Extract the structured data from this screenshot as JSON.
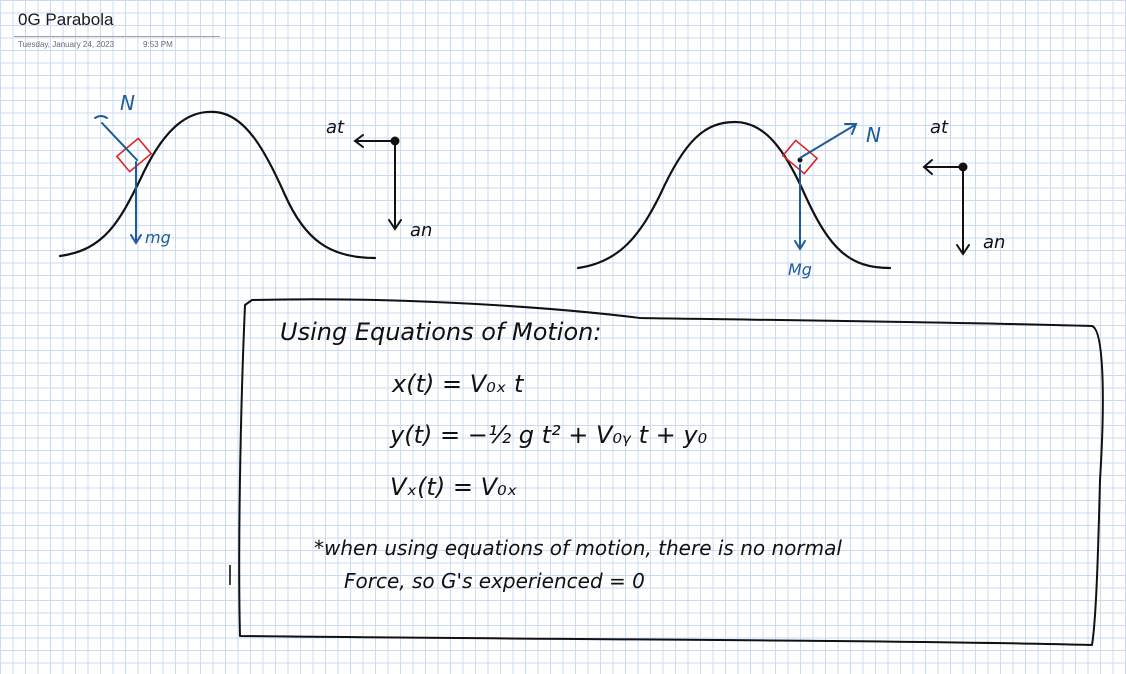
{
  "page": {
    "title": "0G Parabola",
    "date": "Tuesday, January 24, 2023",
    "time": "9:53 PM"
  },
  "colors": {
    "ink_black": "#111111",
    "ink_blue": "#1d5c99",
    "ink_red": "#d9262c",
    "grid": "#c9dbf2"
  },
  "diagram_left": {
    "normal_label": "N",
    "weight_label": "mg",
    "tangential_label": "at",
    "normal_accel_label": "an"
  },
  "diagram_right": {
    "normal_label": "N",
    "weight_label": "Mg",
    "tangential_label": "at",
    "normal_accel_label": "an"
  },
  "notes": {
    "heading": "Using Equations of Motion:",
    "eq1": "x(t) = V₀ₓ t",
    "eq2": "y(t) = −½ g t² + V₀ᵧ t + y₀",
    "eq3": "Vₓ(t) = V₀ₓ",
    "remark_line1": "*when using equations of motion, there is no normal",
    "remark_line2": "Force, so  G's experienced = 0"
  }
}
